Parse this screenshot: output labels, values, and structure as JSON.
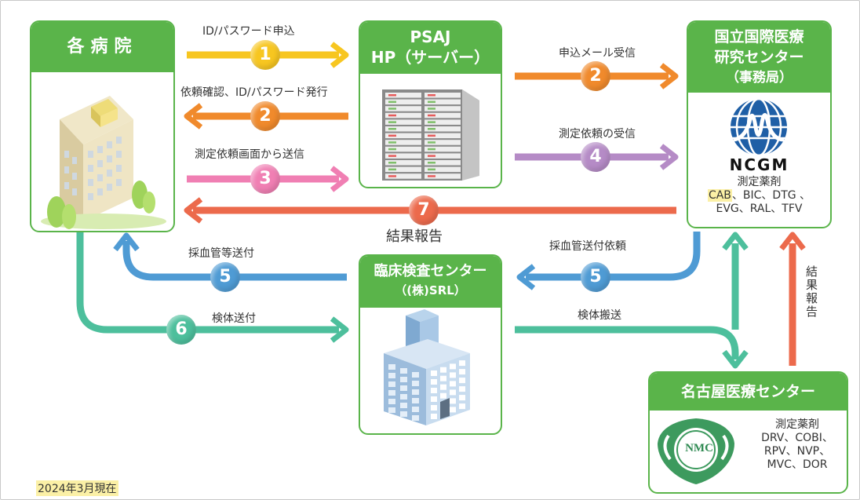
{
  "boxes": {
    "hospital": {
      "title": "各病院"
    },
    "psaj": {
      "title_line1": "PSAJ",
      "title_line2": "HP（サーバー）"
    },
    "ncgm": {
      "title_line1": "国立国際医療",
      "title_line2": "研究センター",
      "title_line3": "（事務局）",
      "logo_text": "NCGM",
      "drugs_heading": "測定薬剤",
      "drugs_line1_highlight": "CAB",
      "drugs_line1_rest": "、BIC、DTG 、",
      "drugs_line2": "EVG、RAL、TFV"
    },
    "srl": {
      "title_line1": "臨床検査センター",
      "title_line2": "（(株)SRL）"
    },
    "nagoya": {
      "title": "名古屋医療センター",
      "logo_text": "NMC",
      "drugs_heading": "測定薬剤",
      "drugs_line1": "DRV、COBI、",
      "drugs_line2": "RPV、NVP、",
      "drugs_line3": "MVC、DOR"
    }
  },
  "arrows": {
    "a1": {
      "label": "ID/パスワード申込",
      "num": "1"
    },
    "a2": {
      "label": "依頼確認、ID/パスワード発行",
      "num": "2"
    },
    "a3": {
      "label": "測定依頼画面から送信",
      "num": "3"
    },
    "b2": {
      "label": "申込メール受信",
      "num": "2"
    },
    "b4": {
      "label": "測定依頼の受信",
      "num": "4"
    },
    "r7": {
      "label": "結果報告",
      "num": "7"
    },
    "s5_left": {
      "label": "採血管等送付",
      "num": "5"
    },
    "s5_right": {
      "label": "採血管送付依頼",
      "num": "5"
    },
    "t6": {
      "label": "検体送付",
      "num": "6"
    },
    "transport": {
      "label": "検体搬送"
    },
    "vertical_report": {
      "label": "結果報告"
    }
  },
  "footnote": "2024年3月現在",
  "colors": {
    "green": "#5ab44a",
    "yellow": "#f7c620",
    "orange": "#f08a2c",
    "pink": "#f07fb3",
    "purple": "#b58bc6",
    "red": "#ec6a4c",
    "blue": "#4f9bd4",
    "teal": "#4dbf9c"
  }
}
